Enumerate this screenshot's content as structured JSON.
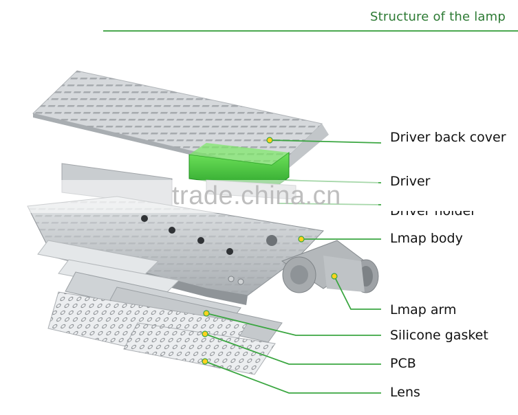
{
  "header": {
    "title": "Structure of the lamp"
  },
  "labels": {
    "driver_back_cover": "Driver back cover",
    "driver": "Driver",
    "driver_holder": "Driver holder",
    "lamp_body": "Lmap body",
    "lamp_arm": "Lmap arm",
    "silicone_gasket": "Silicone gasket",
    "pcb": "PCB",
    "lens": "Lens"
  },
  "watermark": "trade.china.cn",
  "colors": {
    "accent_green": "#3aa640",
    "driver_green": "#3cc43a",
    "title_green": "#2c7a33"
  }
}
